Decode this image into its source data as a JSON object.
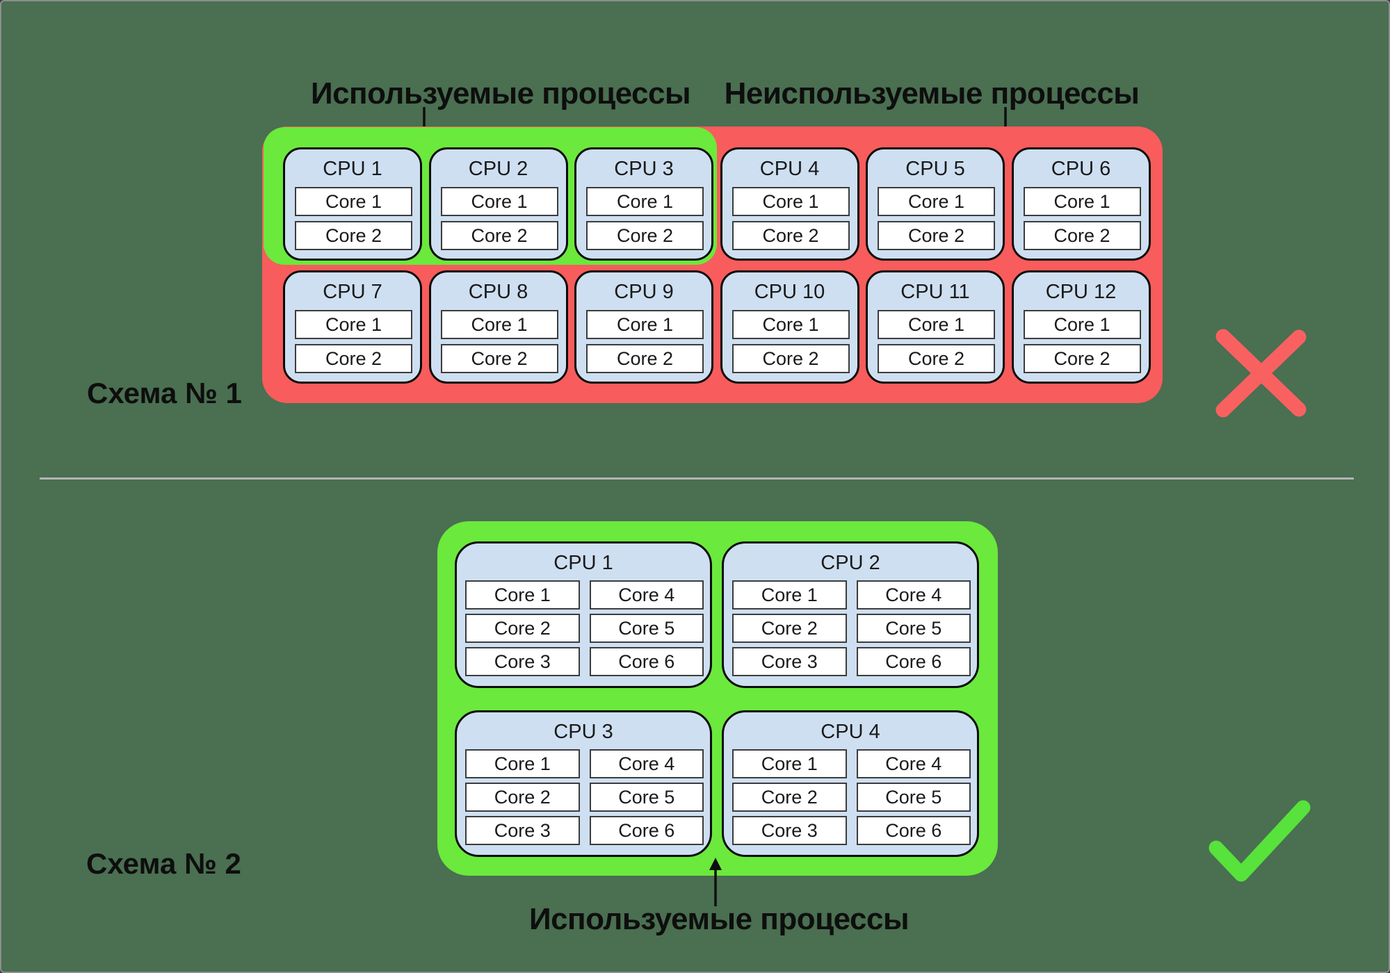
{
  "colors": {
    "background": "#4A6F51",
    "frame_gray": "#8E8E8E",
    "used_green": "#6BE93C",
    "unused_red": "#F95C5C",
    "cpu_fill": "#CEDFF1",
    "core_fill": "#FFFFFF",
    "check_green": "#57E23C",
    "cross_red": "#F96161",
    "divider_gray": "#B4B4B4"
  },
  "scheme1": {
    "title": "Схема № 1",
    "used_label": "Используемые процессы",
    "unused_label": "Неиспользуемые процессы",
    "verdict_icon": "red-cross-icon",
    "cpus": [
      {
        "name": "CPU 1",
        "cores": [
          "Core 1",
          "Core 2"
        ]
      },
      {
        "name": "CPU 2",
        "cores": [
          "Core 1",
          "Core 2"
        ]
      },
      {
        "name": "CPU 3",
        "cores": [
          "Core 1",
          "Core 2"
        ]
      },
      {
        "name": "CPU 4",
        "cores": [
          "Core 1",
          "Core 2"
        ]
      },
      {
        "name": "CPU 5",
        "cores": [
          "Core 1",
          "Core 2"
        ]
      },
      {
        "name": "CPU 6",
        "cores": [
          "Core 1",
          "Core 2"
        ]
      },
      {
        "name": "CPU 7",
        "cores": [
          "Core 1",
          "Core 2"
        ]
      },
      {
        "name": "CPU 8",
        "cores": [
          "Core 1",
          "Core 2"
        ]
      },
      {
        "name": "CPU 9",
        "cores": [
          "Core 1",
          "Core 2"
        ]
      },
      {
        "name": "CPU 10",
        "cores": [
          "Core 1",
          "Core 2"
        ]
      },
      {
        "name": "CPU 11",
        "cores": [
          "Core 1",
          "Core 2"
        ]
      },
      {
        "name": "CPU 12",
        "cores": [
          "Core 1",
          "Core 2"
        ]
      }
    ]
  },
  "scheme2": {
    "title": "Схема № 2",
    "used_label": "Используемые процессы",
    "verdict_icon": "green-check-icon",
    "cpus": [
      {
        "name": "CPU 1",
        "cores": [
          "Core 1",
          "Core 2",
          "Core 3",
          "Core 4",
          "Core 5",
          "Core 6"
        ]
      },
      {
        "name": "CPU 2",
        "cores": [
          "Core 1",
          "Core 2",
          "Core 3",
          "Core 4",
          "Core 5",
          "Core 6"
        ]
      },
      {
        "name": "CPU 3",
        "cores": [
          "Core 1",
          "Core 2",
          "Core 3",
          "Core 4",
          "Core 5",
          "Core 6"
        ]
      },
      {
        "name": "CPU 4",
        "cores": [
          "Core 1",
          "Core 2",
          "Core 3",
          "Core 4",
          "Core 5",
          "Core 6"
        ]
      }
    ]
  }
}
